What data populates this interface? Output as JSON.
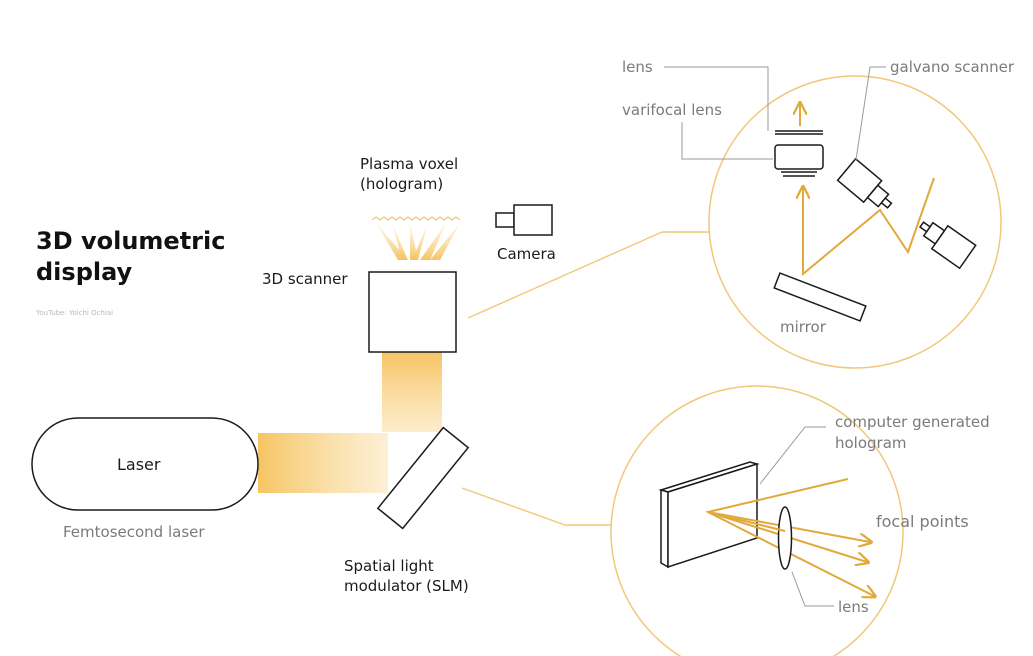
{
  "title": {
    "line1": "3D volumetric",
    "line2": "display",
    "credit": "YouTube: Yoichi Ochiai"
  },
  "labels": {
    "plasma_voxel_1": "Plasma voxel",
    "plasma_voxel_2": "(hologram)",
    "camera": "Camera",
    "scanner_3d": "3D scanner",
    "laser": "Laser",
    "femtosecond": "Femtosecond laser",
    "slm_1": "Spatial light",
    "slm_2": "modulator (SLM)"
  },
  "scanner_detail": {
    "lens": "lens",
    "varifocal_lens": "varifocal lens",
    "galvano_scanner": "galvano scanner",
    "mirror": "mirror"
  },
  "slm_detail": {
    "cgh_1": "computer generated",
    "cgh_2": "hologram",
    "focal_points": "focal points",
    "lens": "lens"
  },
  "colors": {
    "accent": "#e0a93a",
    "accent_light": "#f0c87a",
    "beam": "#f6c463",
    "outline": "#1a1a1a",
    "label_grey": "#7b7b7b"
  }
}
